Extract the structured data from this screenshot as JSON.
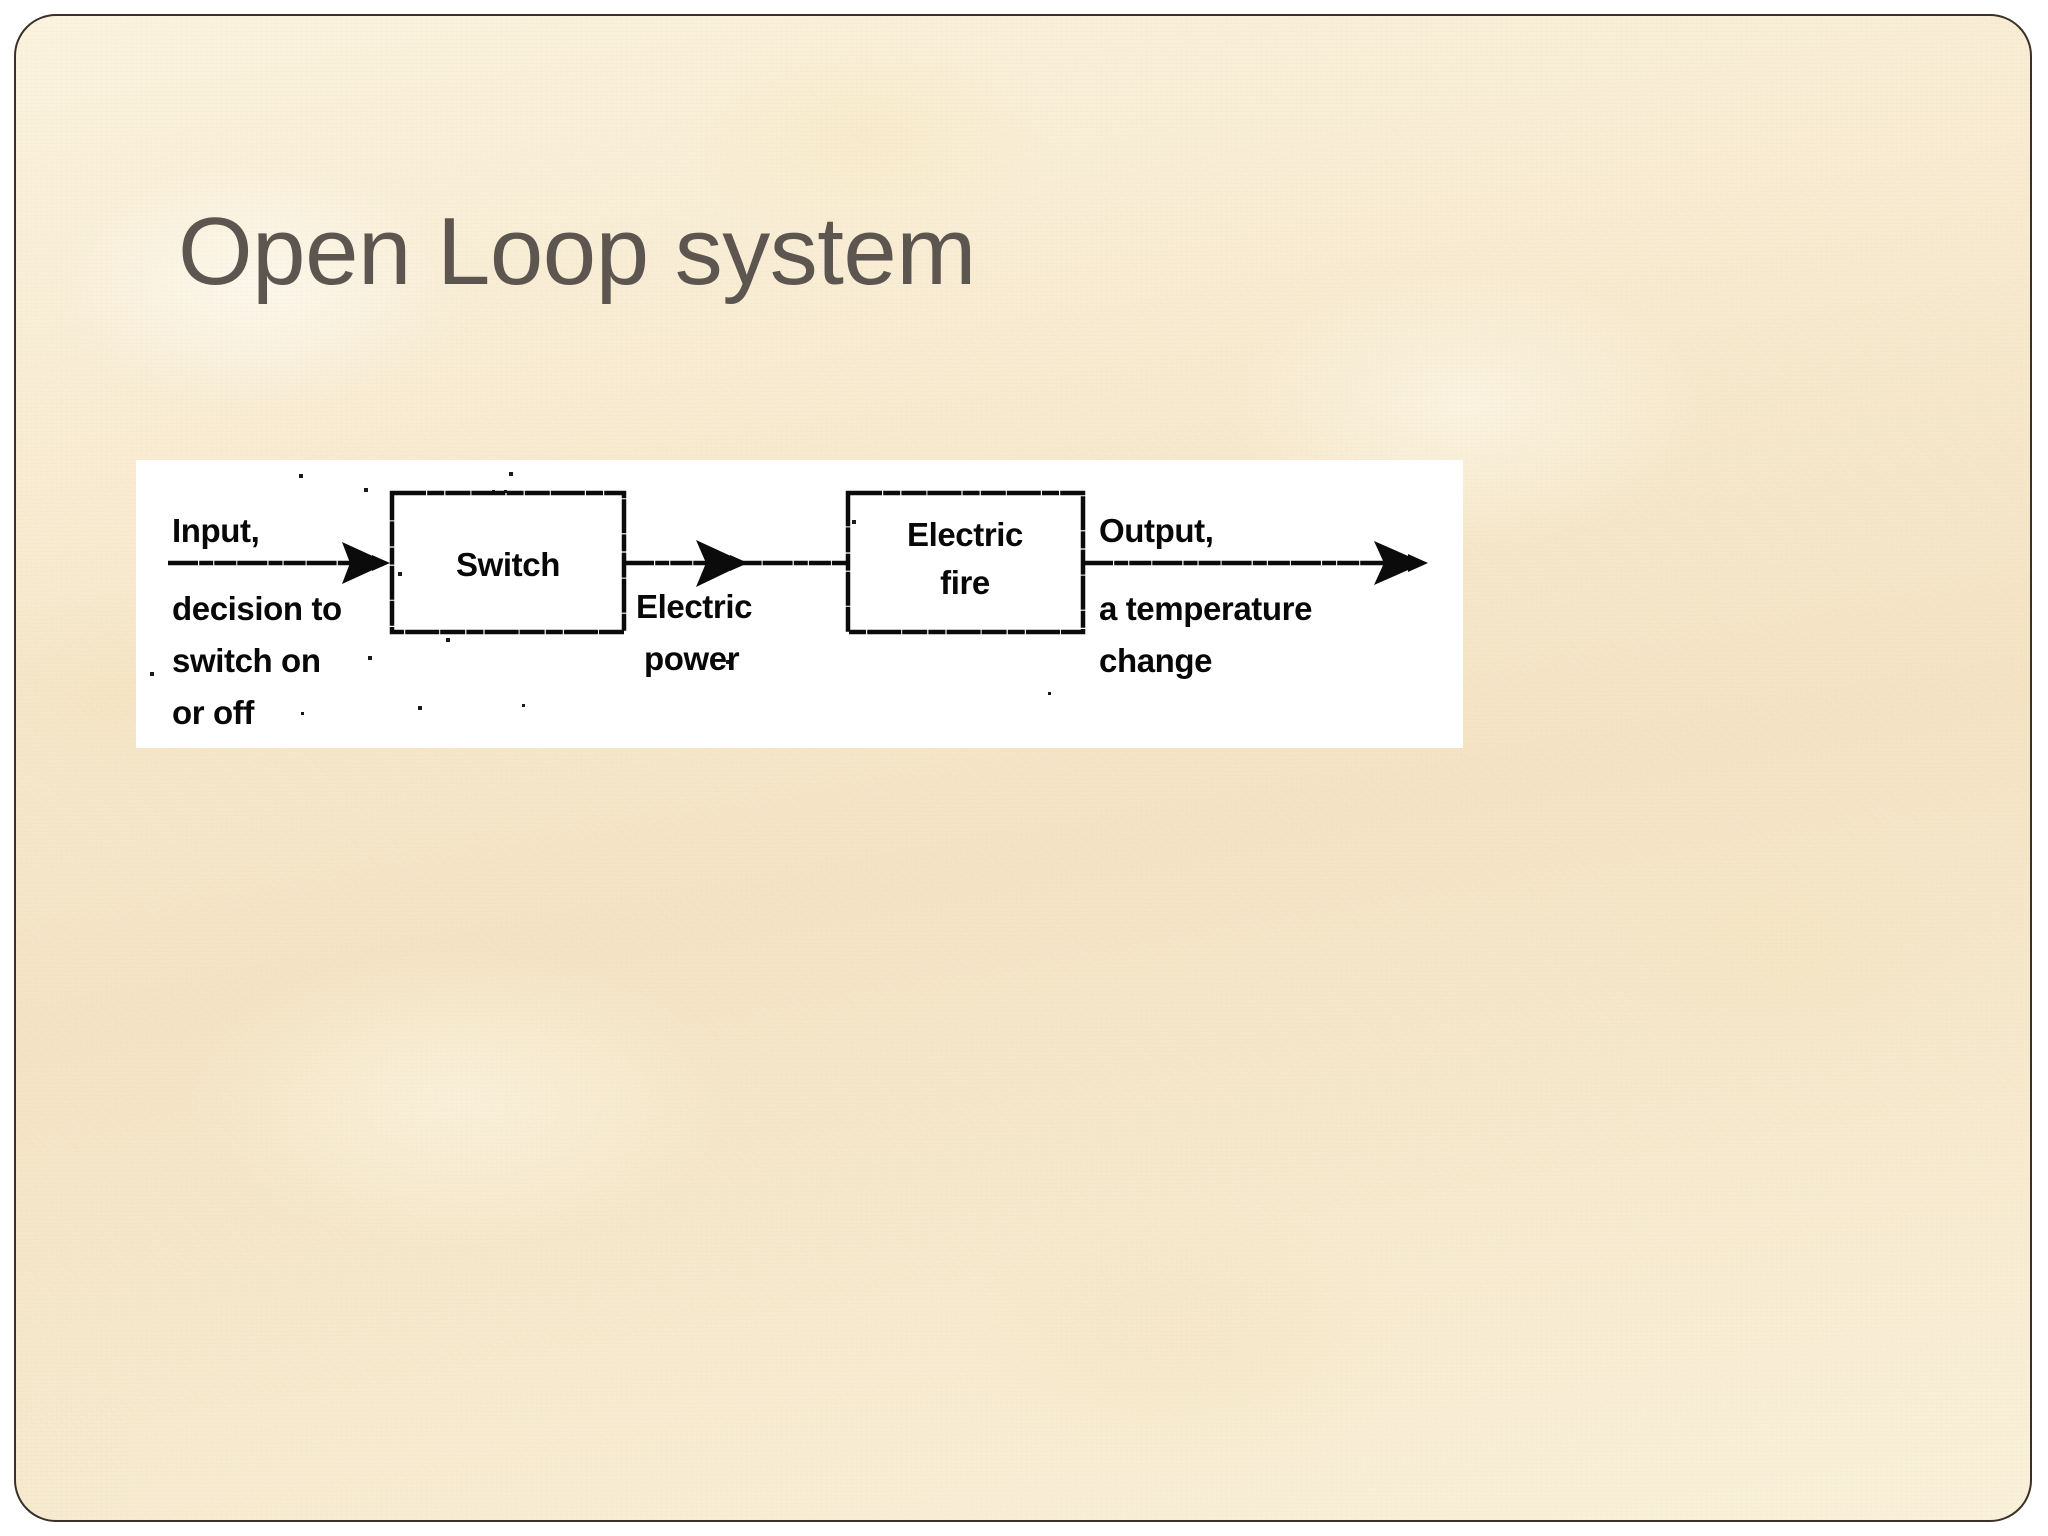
{
  "slide": {
    "title": "Open Loop system",
    "background_color": "#f5e8cc",
    "border_color": "#3a3028",
    "title_color": "#5d5650"
  },
  "diagram": {
    "panel_background": "#ffffff",
    "ink_color": "#0b0b0b",
    "type": "block-diagram",
    "input_label": {
      "line1": "Input,",
      "line2": "decision to",
      "line3": "switch on",
      "line4": "or off"
    },
    "blocks": [
      {
        "id": "switch",
        "label_line1": "Switch",
        "label_line2": ""
      },
      {
        "id": "electric-fire",
        "label_line1": "Electric",
        "label_line2": "fire"
      }
    ],
    "intermediate_label": {
      "line1": "Electric",
      "line2": "power"
    },
    "output_label": {
      "line1": "Output,",
      "line2": "a temperature",
      "line3": "change"
    },
    "arrows": [
      {
        "id": "input-to-switch",
        "from": "input",
        "to": "switch"
      },
      {
        "id": "switch-to-fire",
        "from": "switch",
        "to": "electric-fire"
      },
      {
        "id": "fire-to-output",
        "from": "electric-fire",
        "to": "output"
      }
    ]
  }
}
